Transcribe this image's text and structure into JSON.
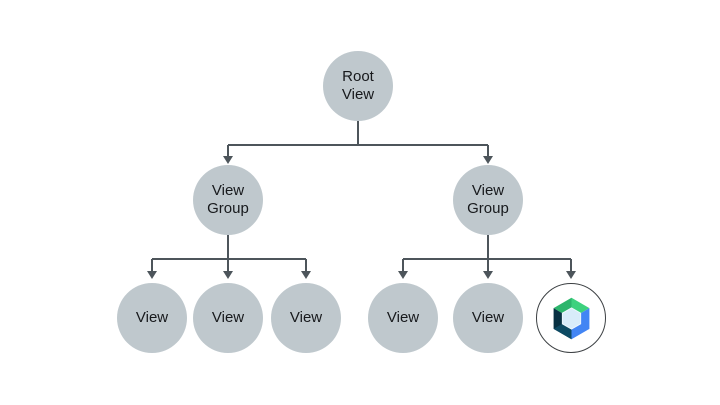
{
  "colors": {
    "background": "#ffffff",
    "node_fill": "#bfc8cd",
    "node_text": "#17191c",
    "connector": "#4d555b",
    "compose_bg": "#ffffff",
    "compose_ring": "#3c4043",
    "logo_green_shade": "#2cb56c",
    "logo_green": "#3dd17e",
    "logo_blue": "#4285f4",
    "logo_navy": "#073042",
    "logo_navy_light": "#0d4a63",
    "logo_center": "#d8ecfa",
    "logo_center_edge": "#eef7fd"
  },
  "diagram": {
    "root": {
      "label": "Root View"
    },
    "groups": [
      {
        "label": "View Group"
      },
      {
        "label": "View Group"
      }
    ],
    "left_views": [
      {
        "label": "View"
      },
      {
        "label": "View"
      },
      {
        "label": "View"
      }
    ],
    "right_views": [
      {
        "label": "View"
      },
      {
        "label": "View"
      }
    ],
    "compose": {
      "icon": "jetpack-compose-logo"
    }
  }
}
